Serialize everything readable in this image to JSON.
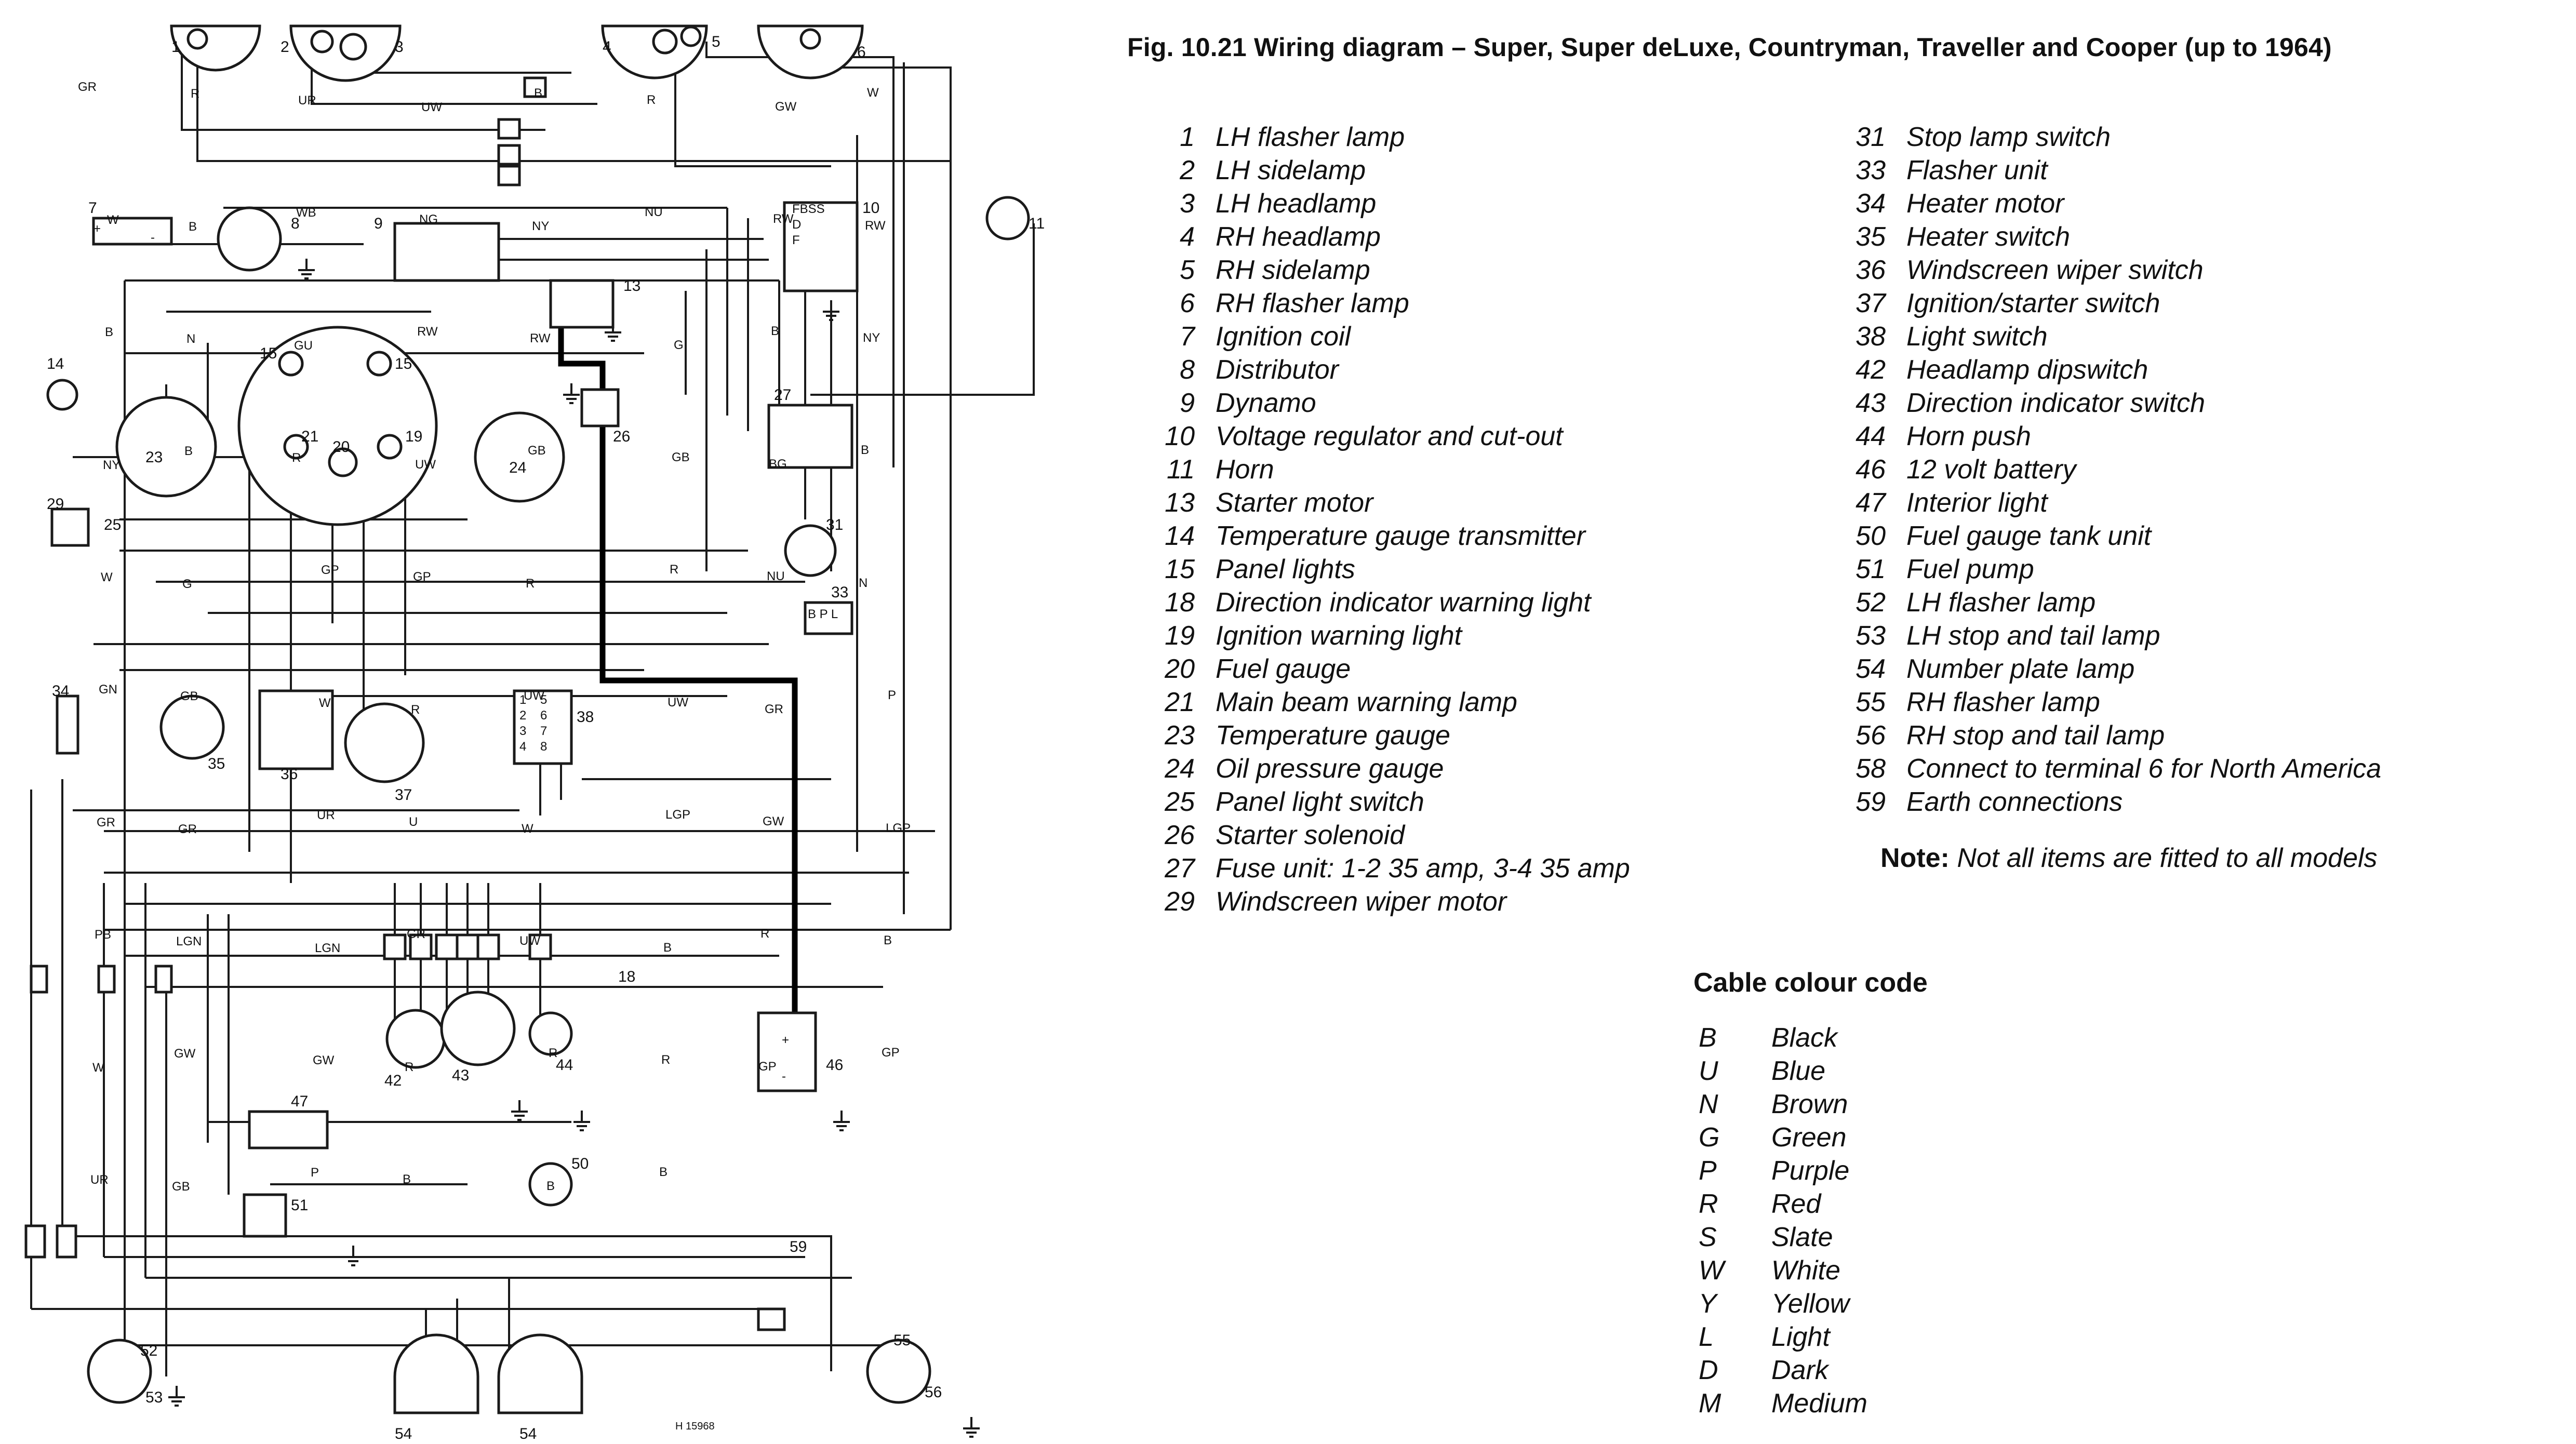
{
  "title": "Fig. 10.21 Wiring diagram – Super, Super deLuxe, Countryman, Traveller and Cooper (up to 1964)",
  "legend_left": [
    {
      "num": "1",
      "label": "LH flasher lamp"
    },
    {
      "num": "2",
      "label": "LH sidelamp"
    },
    {
      "num": "3",
      "label": "LH headlamp"
    },
    {
      "num": "4",
      "label": "RH headlamp"
    },
    {
      "num": "5",
      "label": "RH sidelamp"
    },
    {
      "num": "6",
      "label": "RH flasher lamp"
    },
    {
      "num": "7",
      "label": "Ignition coil"
    },
    {
      "num": "8",
      "label": "Distributor"
    },
    {
      "num": "9",
      "label": "Dynamo"
    },
    {
      "num": "10",
      "label": "Voltage regulator and cut-out"
    },
    {
      "num": "11",
      "label": "Horn"
    },
    {
      "num": "13",
      "label": "Starter motor"
    },
    {
      "num": "14",
      "label": "Temperature gauge transmitter"
    },
    {
      "num": "15",
      "label": "Panel lights"
    },
    {
      "num": "18",
      "label": "Direction indicator warning light"
    },
    {
      "num": "19",
      "label": "Ignition warning light"
    },
    {
      "num": "20",
      "label": "Fuel gauge"
    },
    {
      "num": "21",
      "label": "Main beam warning lamp"
    },
    {
      "num": "23",
      "label": "Temperature gauge"
    },
    {
      "num": "24",
      "label": "Oil pressure gauge"
    },
    {
      "num": "25",
      "label": "Panel light switch"
    },
    {
      "num": "26",
      "label": "Starter solenoid"
    },
    {
      "num": "27",
      "label": "Fuse unit: 1-2 35 amp, 3-4 35 amp"
    },
    {
      "num": "29",
      "label": "Windscreen wiper motor"
    }
  ],
  "legend_right": [
    {
      "num": "31",
      "label": "Stop lamp switch"
    },
    {
      "num": "33",
      "label": "Flasher unit"
    },
    {
      "num": "34",
      "label": "Heater motor"
    },
    {
      "num": "35",
      "label": "Heater switch"
    },
    {
      "num": "36",
      "label": "Windscreen wiper switch"
    },
    {
      "num": "37",
      "label": "Ignition/starter switch"
    },
    {
      "num": "38",
      "label": "Light switch"
    },
    {
      "num": "42",
      "label": "Headlamp dipswitch"
    },
    {
      "num": "43",
      "label": "Direction indicator switch"
    },
    {
      "num": "44",
      "label": "Horn push"
    },
    {
      "num": "46",
      "label": "12 volt battery"
    },
    {
      "num": "47",
      "label": "Interior light"
    },
    {
      "num": "50",
      "label": "Fuel gauge tank unit"
    },
    {
      "num": "51",
      "label": "Fuel pump"
    },
    {
      "num": "52",
      "label": "LH flasher lamp"
    },
    {
      "num": "53",
      "label": "LH stop and tail lamp"
    },
    {
      "num": "54",
      "label": "Number plate lamp"
    },
    {
      "num": "55",
      "label": "RH flasher lamp"
    },
    {
      "num": "56",
      "label": "RH stop and tail lamp"
    },
    {
      "num": "58",
      "label": "Connect to terminal 6 for North America"
    },
    {
      "num": "59",
      "label": "Earth connections"
    }
  ],
  "note": {
    "label": "Note:",
    "text": "Not all items are fitted to all models"
  },
  "cable_code": {
    "title": "Cable colour code",
    "items": [
      {
        "code": "B",
        "name": "Black"
      },
      {
        "code": "U",
        "name": "Blue"
      },
      {
        "code": "N",
        "name": "Brown"
      },
      {
        "code": "G",
        "name": "Green"
      },
      {
        "code": "P",
        "name": "Purple"
      },
      {
        "code": "R",
        "name": "Red"
      },
      {
        "code": "S",
        "name": "Slate"
      },
      {
        "code": "W",
        "name": "White"
      },
      {
        "code": "Y",
        "name": "Yellow"
      },
      {
        "code": "L",
        "name": "Light"
      },
      {
        "code": "D",
        "name": "Dark"
      },
      {
        "code": "M",
        "name": "Medium"
      }
    ]
  },
  "diagram": {
    "component_numbers": [
      "1",
      "2",
      "3",
      "4",
      "5",
      "6",
      "7",
      "8",
      "9",
      "10",
      "11",
      "13",
      "14",
      "15",
      "15",
      "18",
      "19",
      "20",
      "21",
      "23",
      "24",
      "25",
      "26",
      "27",
      "29",
      "31",
      "33",
      "34",
      "35",
      "36",
      "37",
      "38",
      "42",
      "43",
      "44",
      "46",
      "47",
      "50",
      "51",
      "52",
      "53",
      "54",
      "54",
      "55",
      "56",
      "59"
    ],
    "wire_labels": [
      "GR",
      "R",
      "UR",
      "UW",
      "B",
      "R",
      "GW",
      "W",
      "W",
      "B",
      "WB",
      "NG",
      "NY",
      "NU",
      "RW",
      "RW",
      "B",
      "N",
      "GU",
      "RW",
      "RW",
      "G",
      "B",
      "NY",
      "NY",
      "B",
      "R",
      "UW",
      "GB",
      "GB",
      "BG",
      "B",
      "W",
      "G",
      "GP",
      "GP",
      "R",
      "R",
      "NU",
      "N",
      "GN",
      "GB",
      "W",
      "R",
      "UW",
      "UW",
      "GR",
      "P",
      "GR",
      "GR",
      "UR",
      "U",
      "W",
      "LGP",
      "GW",
      "LGP",
      "PB",
      "LGN",
      "LGN",
      "GR",
      "UW",
      "B",
      "R",
      "B",
      "W",
      "GW",
      "GW",
      "R",
      "R",
      "R",
      "GP",
      "GP",
      "UR",
      "GB",
      "P",
      "B",
      "B",
      "B"
    ],
    "terminal_marks": [
      "+",
      "-",
      "FBSS",
      "D",
      "F",
      "1",
      "2",
      "3",
      "4",
      "5",
      "6",
      "7",
      "8",
      "B P L",
      "+",
      "-"
    ],
    "code_text": "H 15968"
  }
}
